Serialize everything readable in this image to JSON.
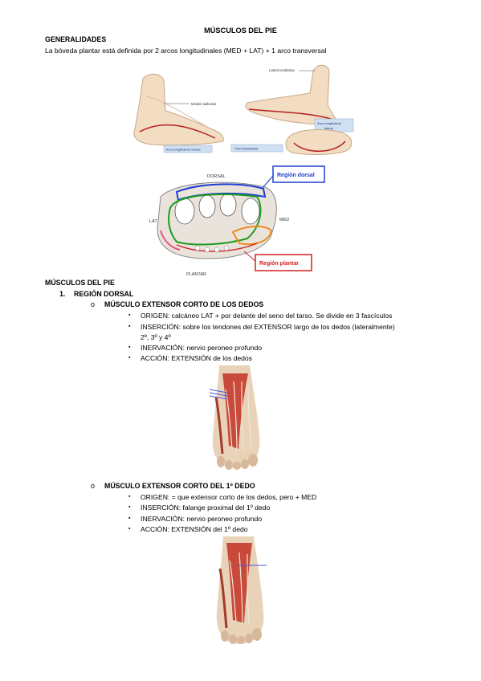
{
  "title": "MÚSCULOS DEL PIE",
  "generalidades": {
    "heading": "GENERALIDADES",
    "intro": "La bóveda plantar está definida por 2 arcos longitudinales (MED + LAT) + 1 arco transversal"
  },
  "figure1": {
    "label_medial_malleolus": "Medial malleolus",
    "label_lateral_malleolus": "Lateral malleolus",
    "arco_medial": "Arco longitudinal medial",
    "arco_lateral_1": "Arco longitudinal",
    "arco_lateral_2": "lateral",
    "arco_transverso": "Arco transverso"
  },
  "figure2": {
    "region_dorsal": "Región dorsal",
    "region_plantar": "Región plantar",
    "dorsal": "DORSAL",
    "plantar": "PLANTAR",
    "lat": "LAT",
    "med": "MED"
  },
  "musculos": {
    "heading": "MÚSCULOS DEL PIE",
    "section_number": "1.",
    "section_title": "REGIÓN DORSAL",
    "muscle1": {
      "name": "MÚSCULO EXTENSOR CORTO DE LOS DEDOS",
      "origen": "ORIGEN: calcáneo LAT + por delante del seno del tarso. Se divide en 3 fascículos",
      "insercion_1": "INSERCIÓN: sobre los tendones del EXTENSOR largo de los dedos (lateralmente)",
      "insercion_2": "2º, 3º y 4º",
      "inervacion": "INERVACIÓN: nervio peroneo profundo",
      "accion": "ACCIÓN: EXTENSIÓN de los dedos"
    },
    "muscle2": {
      "name": "MÚSCULO EXTENSOR CORTO DEL 1º DEDO",
      "origen": "ORIGEN: = que extensor corto de los dedos, pero + MED",
      "insercion": "INSERCIÓN: falange proximal del 1º dedo",
      "inervacion": "INERVACIÓN: nervio peroneo profundo",
      "accion": "ACCIÓN: EXTENSIÓN del 1º dedo"
    }
  },
  "bullets": {
    "circle": "o",
    "square": "▪"
  }
}
